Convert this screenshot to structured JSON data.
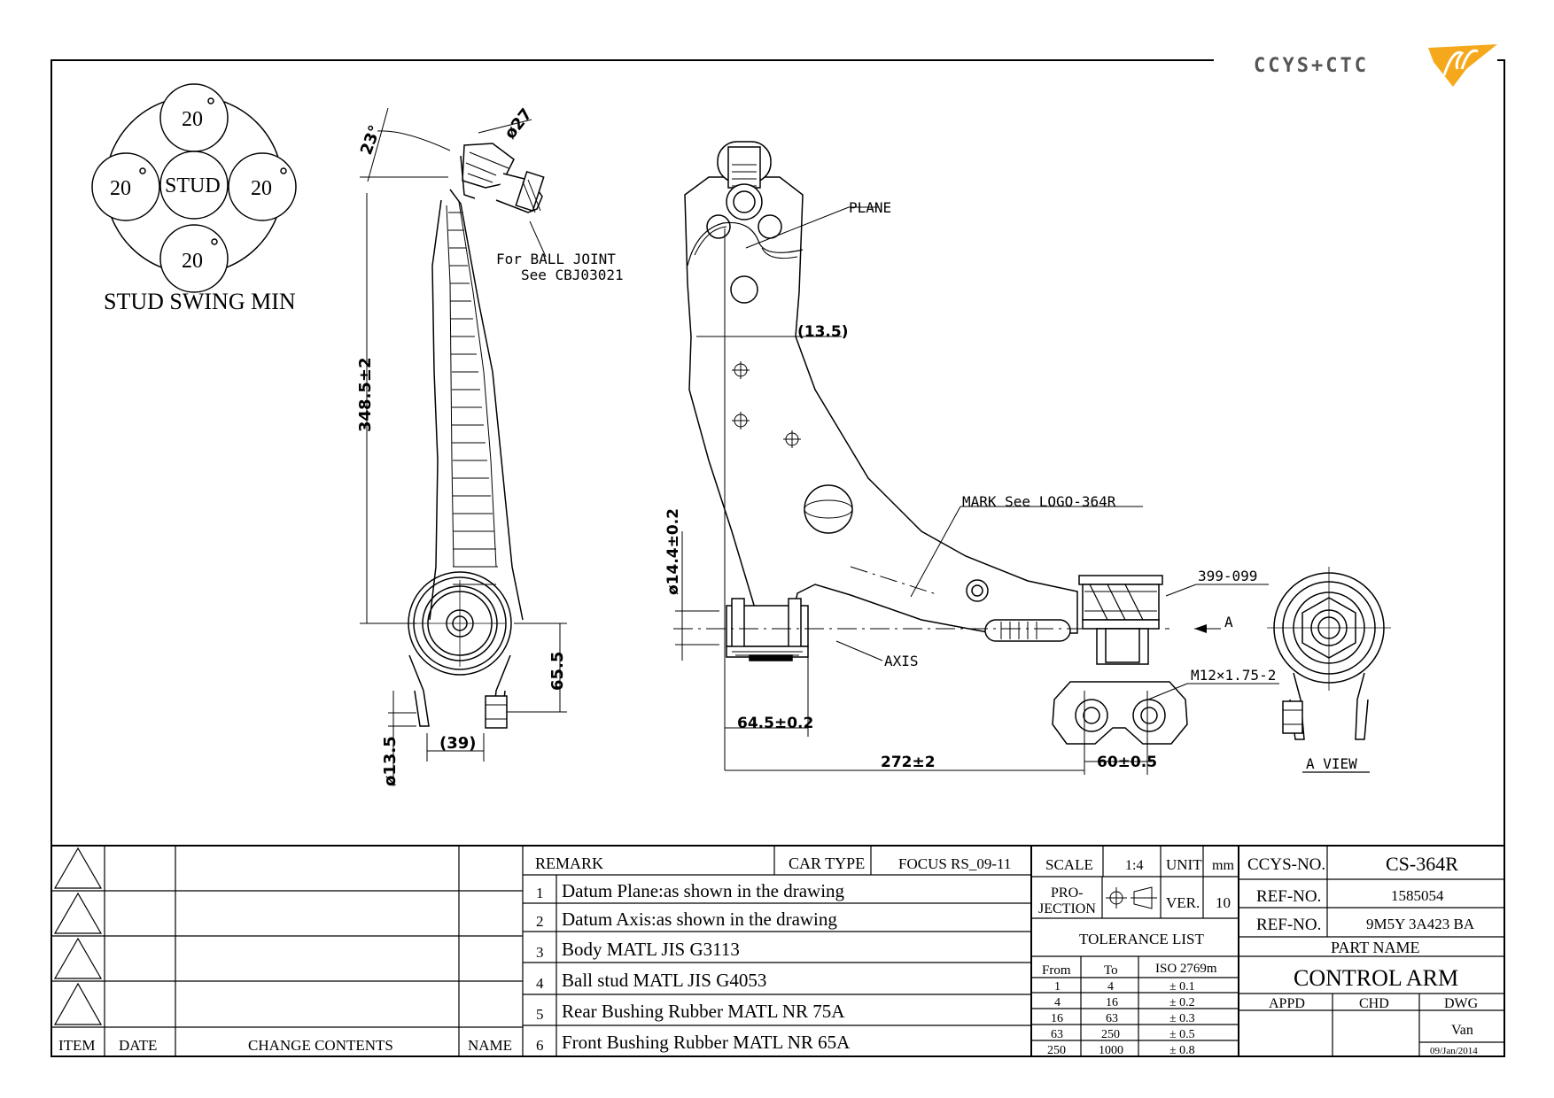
{
  "logo": {
    "text": "CCYS+CTC",
    "accent_color": "#f5a81c"
  },
  "swing": {
    "top": "20",
    "left": "20",
    "right": "20",
    "bottom": "20",
    "center": "STUD",
    "degree_symbol": "°",
    "title": "STUD SWING MIN"
  },
  "side_view": {
    "angle": "23°",
    "ball_dia": "ø27",
    "note_line1": "For BALL JOINT",
    "note_line2": "See CBJ03021",
    "height": "348.5±2",
    "eye_height": "65.5",
    "width": "(39)",
    "bolt_dia": "ø13.5"
  },
  "top_view": {
    "plane": "PLANE",
    "offset": "(13.5)",
    "mark": "MARK See LOGO-364R",
    "bushing_part": "399-099",
    "thread": "M12×1.75-2",
    "view_arrow": "A",
    "axis": "AXIS",
    "dia": "ø14.4±0.2",
    "width_left": "64.5±0.2",
    "length": "272±2",
    "spacing": "60±0.5"
  },
  "a_view": {
    "label": "A VIEW"
  },
  "title_block": {
    "revision_headers": {
      "item": "ITEM",
      "date": "DATE",
      "change": "CHANGE CONTENTS",
      "name": "NAME"
    },
    "remark_label": "REMARK",
    "car_type_label": "CAR TYPE",
    "car_type": "FOCUS RS_09-11",
    "remarks": [
      {
        "no": "1",
        "text": "Datum Plane:as shown in the drawing"
      },
      {
        "no": "2",
        "text": "Datum Axis:as shown in the drawing"
      },
      {
        "no": "3",
        "text": "Body MATL JIS G3113"
      },
      {
        "no": "4",
        "text": "Ball stud MATL JIS G4053"
      },
      {
        "no": "5",
        "text": "Rear Bushing Rubber MATL NR 75A"
      },
      {
        "no": "6",
        "text": "Front Bushing Rubber MATL NR 65A"
      }
    ],
    "scale_label": "SCALE",
    "scale": "1:4",
    "unit_label": "UNIT",
    "unit": "mm",
    "projection_label_1": "PRO-",
    "projection_label_2": "JECTION",
    "ver_label": "VER.",
    "ver": "10",
    "tolerance_title": "TOLERANCE LIST",
    "tolerance_headers": {
      "from": "From",
      "to": "To",
      "std": "ISO 2769m"
    },
    "tolerances": [
      {
        "from": "1",
        "to": "4",
        "tol": "± 0.1"
      },
      {
        "from": "4",
        "to": "16",
        "tol": "± 0.2"
      },
      {
        "from": "16",
        "to": "63",
        "tol": "± 0.3"
      },
      {
        "from": "63",
        "to": "250",
        "tol": "± 0.5"
      },
      {
        "from": "250",
        "to": "1000",
        "tol": "± 0.8"
      }
    ],
    "ccys_label": "CCYS-NO.",
    "ccys_no": "CS-364R",
    "ref_label_1": "REF-NO.",
    "ref_no_1": "1585054",
    "ref_label_2": "REF-NO.",
    "ref_no_2": "9M5Y 3A423 BA",
    "part_name_label": "PART NAME",
    "part_name": "CONTROL ARM",
    "appd_label": "APPD",
    "chd_label": "CHD",
    "dwg_label": "DWG",
    "drawn_by": "Van",
    "date": "09/Jan/2014"
  }
}
